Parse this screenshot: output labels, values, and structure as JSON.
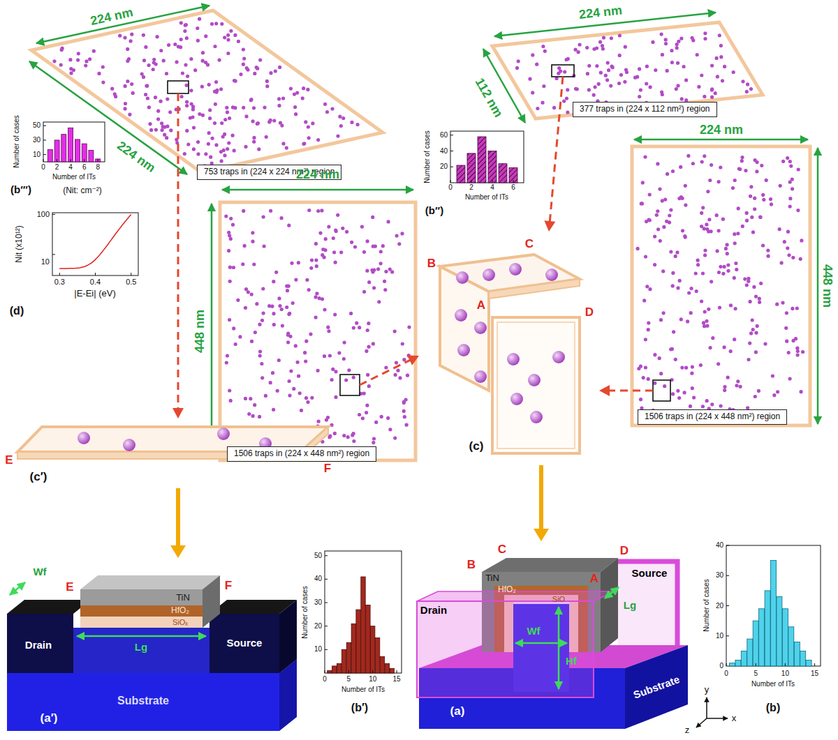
{
  "diagram": {
    "nodes": [
      {
        "text": [
          "753 traps in (224 x 224 nm²) region"
        ]
      },
      {
        "text": [
          "377 traps in (224 x 112 nm²) region"
        ]
      },
      {
        "text": [
          "1506 traps in (224 x 448 nm²) region"
        ]
      },
      {
        "text": [
          "1506 traps in (224 x 448 nm²) region"
        ]
      },
      {
        "text": [
          "B",
          "C",
          "A",
          "D",
          "(c)"
        ]
      },
      {
        "text": [
          "E",
          "F",
          "(c′)"
        ]
      },
      {
        "text": [
          "E",
          "F",
          "Wf",
          "TiN",
          "HfO₂",
          "SiOₓ",
          "Drain",
          "Lg",
          "Source",
          "Substrate",
          "(a′)"
        ]
      },
      {
        "text": [
          "C",
          "B",
          "D",
          "Source",
          "A",
          "TiN",
          "HfO₂",
          "SiO",
          "Lg",
          "Drain",
          "Wf",
          "Hf",
          "Substrate",
          "(a)"
        ]
      }
    ],
    "edges": [
      {
        "from": 0,
        "to": 5,
        "arrow": "to"
      },
      {
        "from": 1,
        "to": 4,
        "arrow": "to"
      },
      {
        "from": 2,
        "to": 4,
        "arrow": "to"
      },
      {
        "from": 3,
        "to": 4,
        "arrow": "to"
      },
      {
        "from": 4,
        "to": 7,
        "arrow": "to"
      },
      {
        "from": 5,
        "to": 6,
        "arrow": "to"
      }
    ],
    "labels": [
      "224 nm",
      "224 nm",
      "224 nm",
      "112 nm",
      "224 nm",
      "448 nm",
      "224 nm",
      "448 nm",
      "Number of cases",
      "10",
      "30",
      "50",
      "0",
      "2",
      "4",
      "6",
      "8",
      "Number of ITs",
      "(b′′′)",
      "(Nit: cm⁻²)",
      "Nit (x10¹²)",
      "100",
      "10",
      "0.3",
      "0.4",
      "0.5",
      "|E-Ei| (eV)",
      "(d)",
      "Number of cases",
      "20",
      "40",
      "60",
      "0",
      "2",
      "4",
      "6",
      "Number of ITs",
      "(b′′)",
      "Number of cases",
      "10",
      "20",
      "30",
      "40",
      "50",
      "0",
      "5",
      "10",
      "15",
      "Number of ITs",
      "(b′)",
      "Number of cases",
      "0",
      "10",
      "20",
      "30",
      "40",
      "0",
      "5",
      "10",
      "15",
      "Number of ITs",
      "(b)",
      "y",
      "x",
      "z"
    ]
  }
}
